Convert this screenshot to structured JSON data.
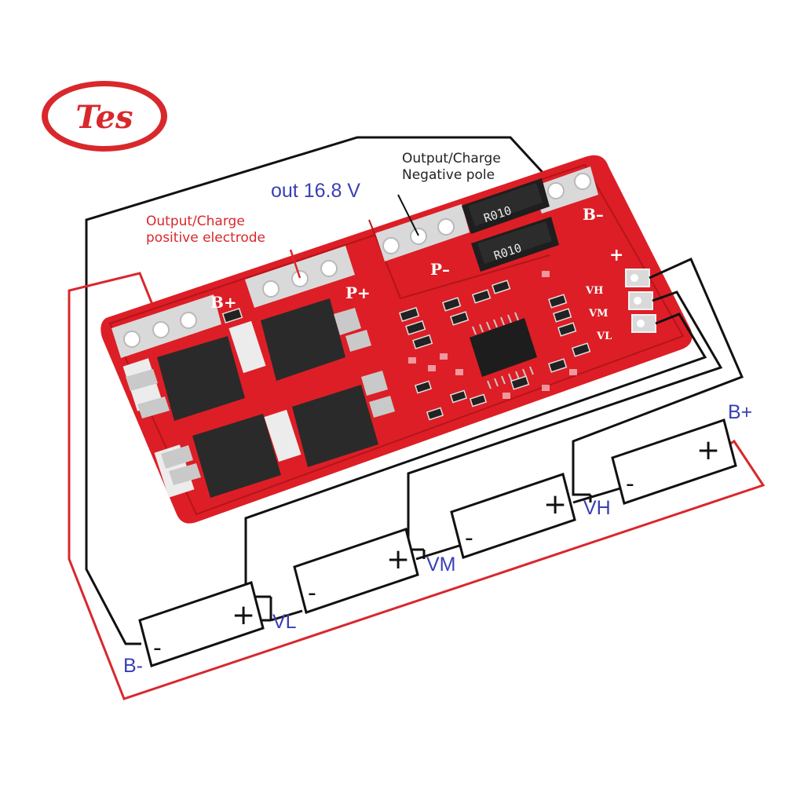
{
  "logo": {
    "text": "Tes",
    "colors": {
      "ring": "#d8282c",
      "fill": "#ffffff"
    }
  },
  "annotations": {
    "negative_line1": "Output/Charge",
    "negative_line2": "Negative pole",
    "positive_line1": "Output/Charge",
    "positive_line2": "positive electrode",
    "out_voltage": "out 16.8 V"
  },
  "board": {
    "pads": {
      "b_plus": "B+",
      "p_plus": "P+",
      "p_minus": "P–",
      "b_minus": "B–",
      "plus": "+",
      "vh": "VH",
      "vm": "VM",
      "vl": "VL"
    },
    "resistor_label": "R010",
    "colors": {
      "pcb": "#dd1e26",
      "pad": "#d9d9d9",
      "mosfet": "#2a2a2a"
    }
  },
  "cells": [
    {
      "minus": "-",
      "plus": "+"
    },
    {
      "minus": "-",
      "plus": "+"
    },
    {
      "minus": "-",
      "plus": "+"
    },
    {
      "minus": "-",
      "plus": "+"
    }
  ],
  "wire_labels": {
    "b_minus": "B-",
    "vl": "VL",
    "vm": "VM",
    "vh": "VH",
    "b_plus": "B+"
  },
  "colors": {
    "wire_red": "#d8282c",
    "wire_black": "#111111",
    "label_blue": "#3a3fb5"
  }
}
